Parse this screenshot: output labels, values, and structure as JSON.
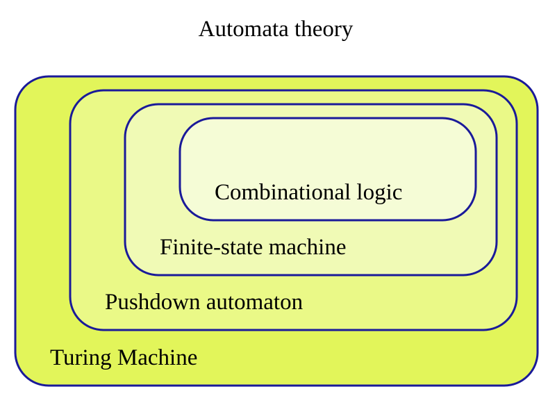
{
  "diagram": {
    "title": "Automata theory",
    "outline_color": "#1a1a99",
    "levels": [
      {
        "label": "Turing Machine",
        "fill": "#e2f55a"
      },
      {
        "label": "Pushdown automaton",
        "fill": "#eaf987"
      },
      {
        "label": "Finite-state machine",
        "fill": "#f0fab5"
      },
      {
        "label": "Combinational logic",
        "fill": "#f5fcd6"
      }
    ]
  }
}
